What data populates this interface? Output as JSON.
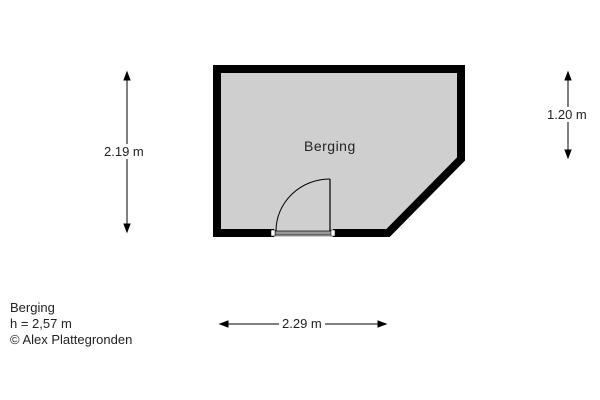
{
  "room": {
    "name": "Berging",
    "fill": "#cfcfcf",
    "wall": "#000000"
  },
  "dimensions": {
    "height_left": "2.19 m",
    "height_right": "1.20 m",
    "width_bottom": "2.29 m"
  },
  "info": {
    "name": "Berging",
    "ceiling_height": "h = 2,57 m",
    "copyright": "© Alex Plattegronden"
  }
}
